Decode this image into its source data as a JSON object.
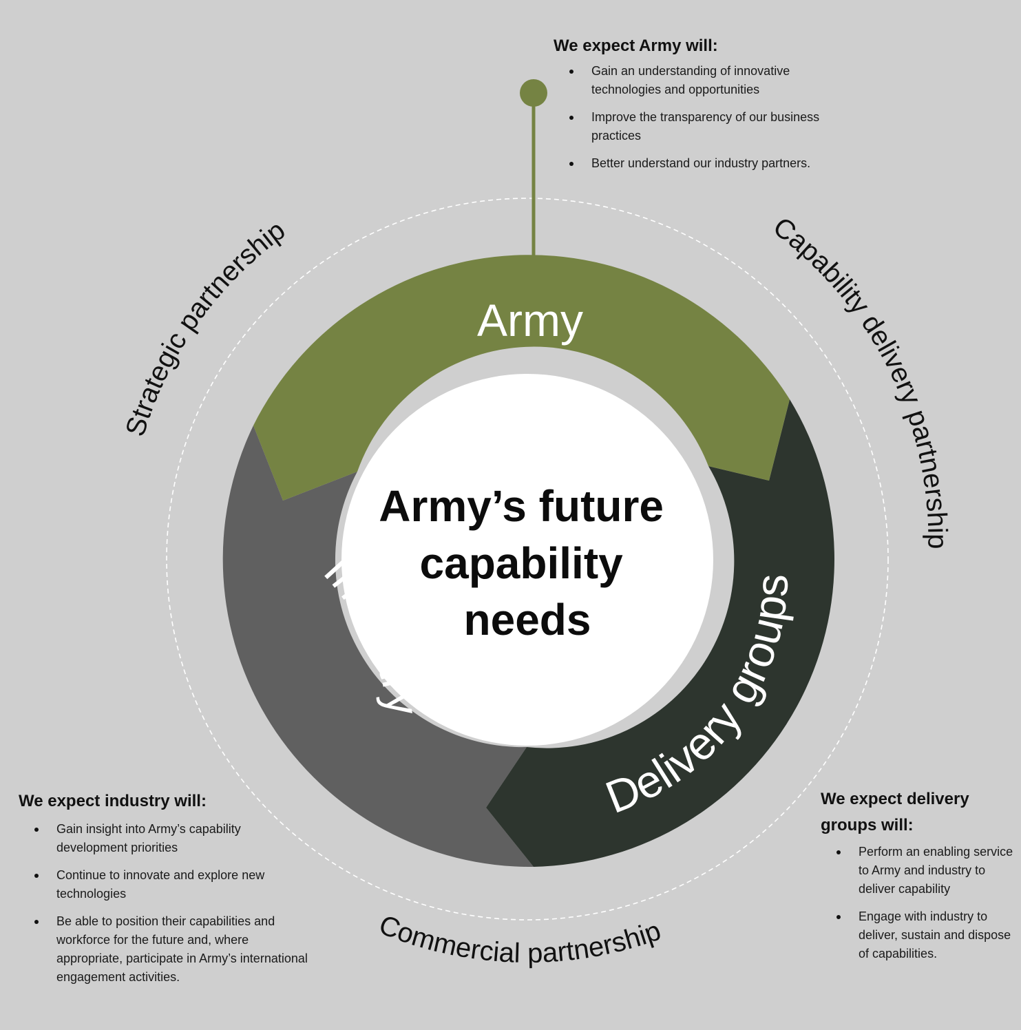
{
  "center": {
    "lines": [
      "Army’s future",
      "capability",
      "needs"
    ]
  },
  "segments": {
    "army": "Army",
    "industry": "Industry",
    "delivery": "Delivery groups"
  },
  "partnerships": {
    "strategic": "Strategic partnership",
    "capability": "Capability delivery partnership",
    "commercial": "Commercial partnership"
  },
  "army_panel": {
    "heading": "We expect Army will:",
    "items": [
      "Gain an understanding of innovative technologies and opportunities",
      "Improve the transparency of our business practices",
      "Better understand our industry partners."
    ]
  },
  "industry_panel": {
    "heading": "We expect industry will:",
    "items": [
      "Gain insight into Army’s capability development priorities",
      "Continue to innovate and explore new technologies",
      "Be able to position their capabilities and workforce for the future and, where appropriate, participate in Army’s international engagement activities."
    ]
  },
  "delivery_panel": {
    "heading_lines": [
      "We expect delivery",
      "groups will:"
    ],
    "items": [
      "Perform an enabling service to Army and industry to deliver capability",
      "Engage with industry to deliver, sustain and dispose of capabilities."
    ]
  },
  "colors": {
    "background": "#cfcfcf",
    "army": "#758343",
    "industry": "#606060",
    "delivery": "#2d352e",
    "center": "#ffffff"
  }
}
